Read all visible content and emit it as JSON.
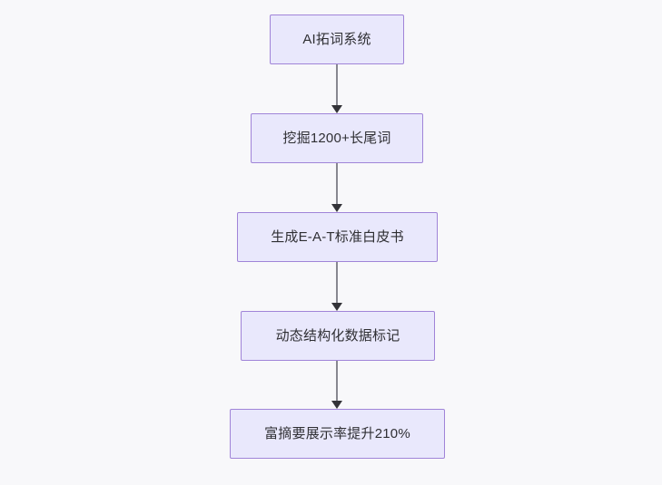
{
  "diagram": {
    "type": "flowchart",
    "direction": "top-to-bottom",
    "background_color": "#f8f8fa",
    "node_fill_color": "#e9e8fc",
    "node_border_color": "#a084d8",
    "node_text_color": "#2f2f33",
    "edge_line_color": "#888890",
    "arrowhead_color": "#333338",
    "nodes": [
      {
        "id": "n1",
        "label": "AI拓词系统"
      },
      {
        "id": "n2",
        "label": "挖掘1200+长尾词"
      },
      {
        "id": "n3",
        "label": "生成E-A-T标准白皮书"
      },
      {
        "id": "n4",
        "label": "动态结构化数据标记"
      },
      {
        "id": "n5",
        "label": "富摘要展示率提升210%"
      }
    ],
    "edges": [
      {
        "id": "e1",
        "from": "n1",
        "to": "n2",
        "label": ""
      },
      {
        "id": "e2",
        "from": "n2",
        "to": "n3",
        "label": ""
      },
      {
        "id": "e3",
        "from": "n3",
        "to": "n4",
        "label": ""
      },
      {
        "id": "e4",
        "from": "n4",
        "to": "n5",
        "label": ""
      }
    ]
  }
}
